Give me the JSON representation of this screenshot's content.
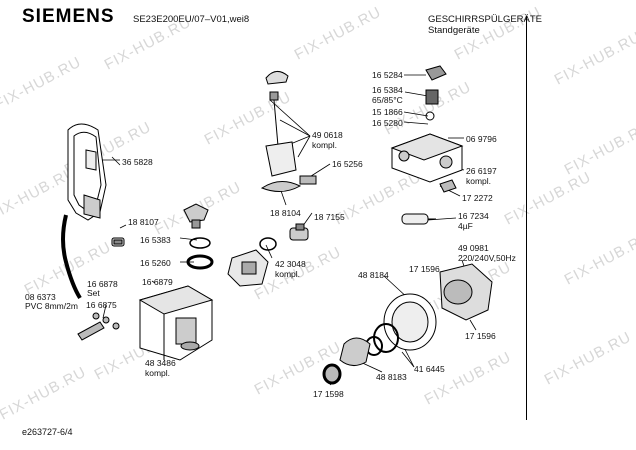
{
  "header": {
    "brand": "SIEMENS",
    "model": "SE23E200EU/07–V01,wei8",
    "category": "GESCHIRRSPÜLGERÄTE",
    "subcategory": "Standgeräte"
  },
  "parts": {
    "p365828": "36 5828",
    "p188107": "18 8107",
    "p165383": "16 5383",
    "p165260": "16 5260",
    "p166878": "16 6878",
    "p166878_sub": "Set",
    "p166879": "16 6879",
    "p166875": "16 6875",
    "p086373": "08 6373",
    "p086373_sub": "PVC 8mm/2m",
    "p483486": "48 3486",
    "p483486_sub": "kompl.",
    "p490618": "49 0618",
    "p490618_sub": "kompl.",
    "p165256": "16 5256",
    "p188104": "18 8104",
    "p187155": "18 7155",
    "p423048": "42 3048",
    "p423048_sub": "kompl.",
    "p165284": "16 5284",
    "p165384": "16 5384",
    "p165384_sub": "65/85°C",
    "p151866": "15 1866",
    "p165280": "16 5280",
    "p069796": "06 9796",
    "p266197": "26 6197",
    "p266197_sub": "kompl.",
    "p172272": "17 2272",
    "p167234": "16 7234",
    "p167234_sub": "4µF",
    "p490981": "49 0981",
    "p490981_sub": "220/240V,50Hz",
    "p171596a": "17 1596",
    "p171596b": "17 1596",
    "p488184": "48 8184",
    "p416445": "41 6445",
    "p488183": "48 8183",
    "p171598": "17 1598"
  },
  "watermark": "FIX-HUB.RU",
  "footer": "e263727-6/4"
}
